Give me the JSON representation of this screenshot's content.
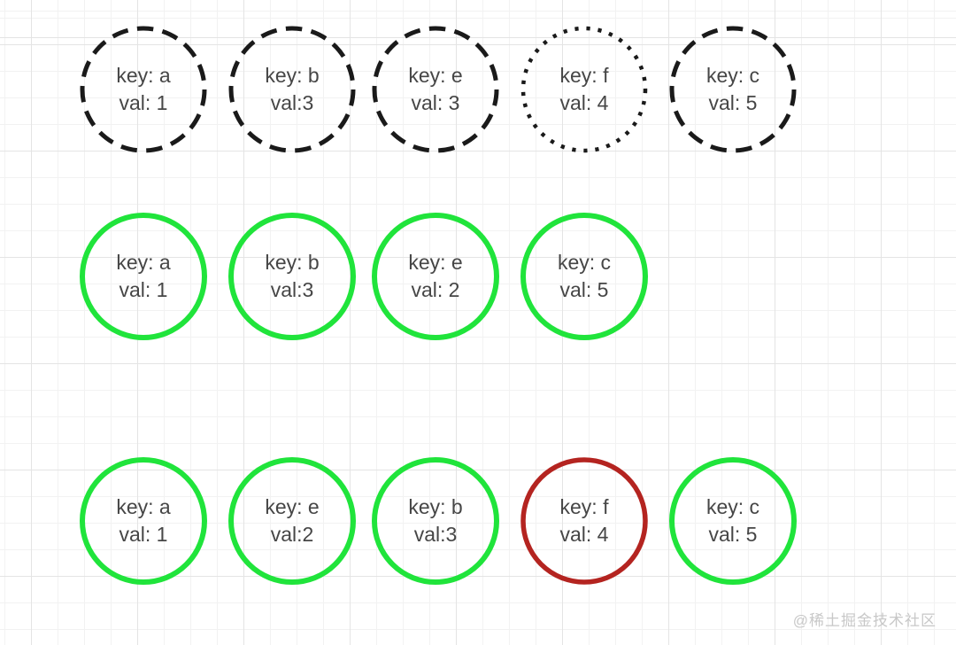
{
  "colors": {
    "green": "#20e43b",
    "red": "#b42420",
    "black": "#1a1a1a",
    "text": "#464646",
    "watermark": "#c8c8c8",
    "grid_minor": "#f2f2f2",
    "grid_major": "#e4e4e4",
    "background": "#ffffff"
  },
  "rows": [
    {
      "circles": [
        {
          "key_line": "key: a",
          "val_line": "val: 1",
          "stroke": "dashed-black"
        },
        {
          "key_line": "key: b",
          "val_line": "val:3",
          "stroke": "dashed-black"
        },
        {
          "key_line": "key: e",
          "val_line": "val: 3",
          "stroke": "dashed-black"
        },
        {
          "key_line": "key: f",
          "val_line": "val: 4",
          "stroke": "dotted-black"
        },
        {
          "key_line": "key: c",
          "val_line": "val: 5",
          "stroke": "dashed-black"
        }
      ]
    },
    {
      "circles": [
        {
          "key_line": "key: a",
          "val_line": "val: 1",
          "stroke": "solid-green"
        },
        {
          "key_line": "key: b",
          "val_line": "val:3",
          "stroke": "solid-green"
        },
        {
          "key_line": "key: e",
          "val_line": "val: 2",
          "stroke": "solid-green"
        },
        {
          "key_line": "key: c",
          "val_line": "val: 5",
          "stroke": "solid-green"
        }
      ]
    },
    {
      "circles": [
        {
          "key_line": "key: a",
          "val_line": "val: 1",
          "stroke": "solid-green"
        },
        {
          "key_line": "key: e",
          "val_line": "val:2",
          "stroke": "solid-green"
        },
        {
          "key_line": "key: b",
          "val_line": "val:3",
          "stroke": "solid-green"
        },
        {
          "key_line": "key: f",
          "val_line": "val: 4",
          "stroke": "solid-red"
        },
        {
          "key_line": "key: c",
          "val_line": "val: 5",
          "stroke": "solid-green"
        }
      ]
    }
  ],
  "watermark": {
    "text": "@稀土掘金技术社区"
  }
}
